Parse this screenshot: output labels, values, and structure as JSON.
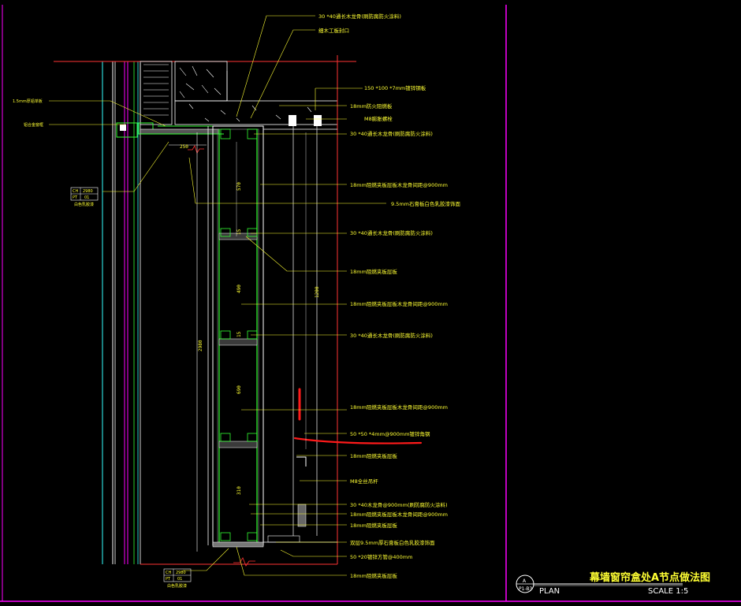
{
  "title_block": {
    "title": "幕墙窗帘盒处A节点做法图",
    "plan": "PLAN",
    "scale": "SCALE 1:5",
    "bubble_top": "A",
    "bubble_bottom": "P1-B3"
  },
  "callouts_right": [
    "30 *40通长木龙骨(刷防腐防火涂料)",
    "细木工板封口",
    "150 *100 *7mm镀锌钢板",
    "18mm防火阻燃板",
    "M8膨胀螺栓",
    "30 *40通长木龙骨(刷防腐防火涂料)",
    "18mm阻燃夹板层板木龙骨间距@900mm",
    "9.5mm石膏板白色乳胶漆饰面",
    "30 *40通长木龙骨(刷防腐防火涂料)",
    "18mm阻燃夹板层板",
    "18mm阻燃夹板层板木龙骨间距@900mm",
    "30 *40通长木龙骨(刷防腐防火涂料)",
    "18mm阻燃夹板层板木龙骨间距@900mm",
    "50 *50 *4mm@900mm镀锌角钢",
    "18mm阻燃夹板层板",
    "M8全丝吊杆",
    "30 *40木龙骨@900mm(刷防腐防火涂料)",
    "18mm阻燃夹板层板木龙骨间距@900mm",
    "18mm阻燃夹板层板",
    "双层9.5mm厚石膏板白色乳胶漆饰面",
    "50 *20镀锌方管@400mm",
    "18mm阻燃夹板层板"
  ],
  "callouts_left": [
    "1.5mm厚铝单板",
    "铝合金窗框"
  ],
  "tags": [
    {
      "r1c1": "CH",
      "r1c2": "2980",
      "r2c1": "PT",
      "r2c2": "01",
      "caption": "白色乳胶漆"
    },
    {
      "r1c1": "CH",
      "r1c2": "2980",
      "r2c1": "PT",
      "r2c2": "01",
      "caption": "白色乳胶漆"
    }
  ],
  "dimensions": {
    "top_short": "250",
    "overall": "2980",
    "seg1": "570",
    "seg2": "15",
    "seg3": "490",
    "seg4": "15",
    "seg5": "690",
    "seg6": "310",
    "hanger": "1200"
  },
  "colors": {
    "background": "#000000",
    "annotation": "#ffff33",
    "frame": "#ff00ff",
    "wall_red": "#ff3333",
    "structure_white": "#ffffff",
    "glass_cyan": "#33ffff",
    "panel_green": "#33ff33",
    "markup_red": "#ff1a1a"
  }
}
